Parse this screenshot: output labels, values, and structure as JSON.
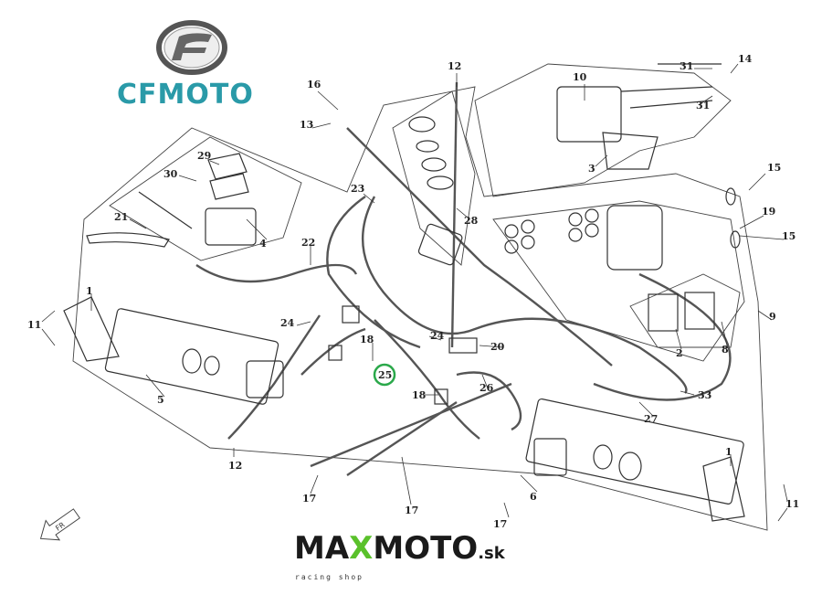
{
  "logos": {
    "brand": "CFMOTO",
    "shop_main_1": "MA",
    "shop_main_x": "X",
    "shop_main_2": "MOTO",
    "shop_tld": ".sk",
    "shop_tagline": "racing shop"
  },
  "colors": {
    "brand_teal": "#2a9aa8",
    "shop_green": "#5ac12b",
    "highlight_circle": "#2aa84a"
  },
  "diagram": {
    "highlighted_part": "25",
    "callouts": [
      "16",
      "13",
      "12",
      "10",
      "31",
      "14",
      "31",
      "3",
      "29",
      "30",
      "23",
      "28",
      "15",
      "19",
      "15",
      "21",
      "4",
      "22",
      "11",
      "1",
      "24",
      "18",
      "25",
      "20",
      "2",
      "8",
      "9",
      "33",
      "24",
      "5",
      "18",
      "26",
      "27",
      "12",
      "17",
      "17",
      "17",
      "6",
      "1",
      "11"
    ],
    "front_arrow_label": "FR"
  }
}
